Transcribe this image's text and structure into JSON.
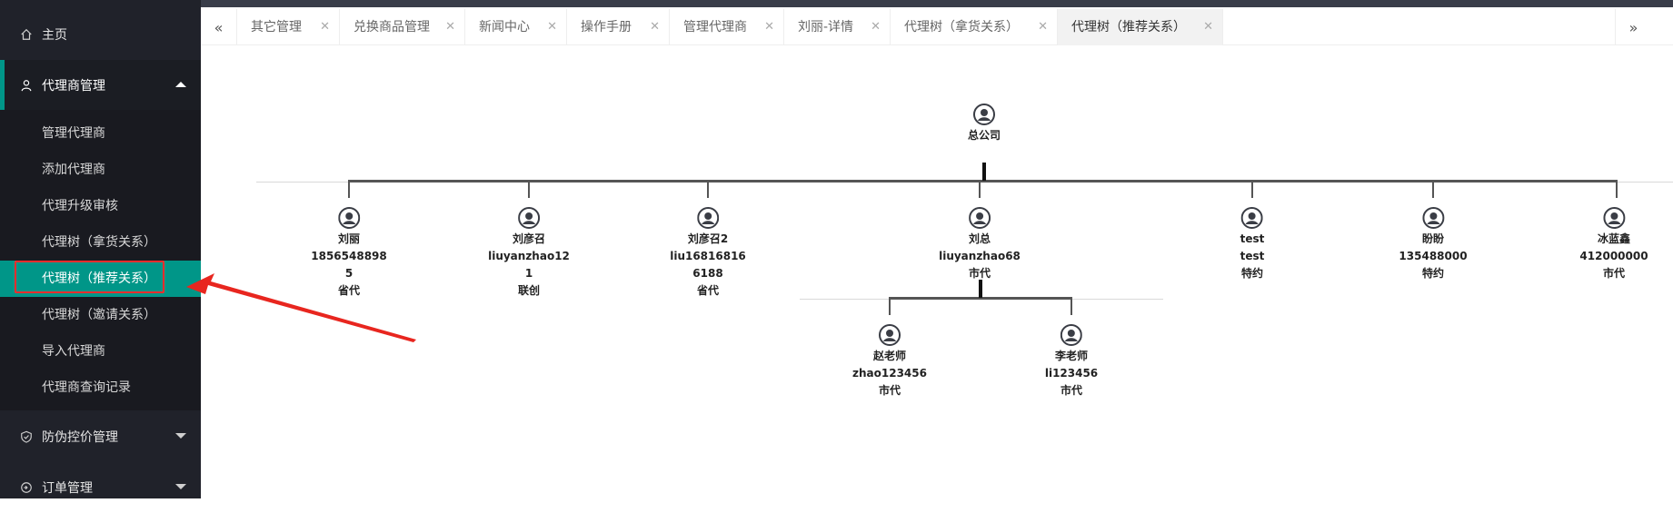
{
  "sidebar": {
    "home": "主页",
    "agent_group": "代理商管理",
    "agent_items": [
      {
        "label": "管理代理商"
      },
      {
        "label": "添加代理商"
      },
      {
        "label": "代理升级审核"
      },
      {
        "label": "代理树（拿货关系）"
      },
      {
        "label": "代理树（推荐关系）"
      },
      {
        "label": "代理树（邀请关系）"
      },
      {
        "label": "导入代理商"
      },
      {
        "label": "代理商查询记录"
      }
    ],
    "anticounterfeit_group": "防伪控价管理",
    "order_group": "订单管理",
    "accent_color": "#009688",
    "highlight_color": "#ff2d2d"
  },
  "tabs": [
    {
      "label": "其它管理"
    },
    {
      "label": "兑换商品管理"
    },
    {
      "label": "新闻中心"
    },
    {
      "label": "操作手册"
    },
    {
      "label": "管理代理商"
    },
    {
      "label": "刘丽-详情"
    },
    {
      "label": "代理树（拿货关系）"
    },
    {
      "label": "代理树（推荐关系）"
    }
  ],
  "tree": {
    "root": {
      "name": "总公司"
    },
    "children": [
      {
        "name": "刘丽",
        "line2": "1856548898",
        "line3": "5",
        "level": "省代"
      },
      {
        "name": "刘彦召",
        "line2": "liuyanzhao12",
        "line3": "1",
        "level": "联创"
      },
      {
        "name": "刘彦召2",
        "line2": "liu16816816",
        "line3": "6188",
        "level": "省代"
      },
      {
        "name": "刘总",
        "line2": "liuyanzhao68",
        "level": "市代",
        "children": [
          {
            "name": "赵老师",
            "line2": "zhao123456",
            "level": "市代"
          },
          {
            "name": "李老师",
            "line2": "li123456",
            "level": "市代"
          }
        ]
      },
      {
        "name": "test",
        "line2": "test",
        "level": "特约"
      },
      {
        "name": "盼盼",
        "line2": "135488000",
        "level": "特约"
      },
      {
        "name": "冰蓝鑫",
        "line2": "412000000",
        "level": "市代"
      }
    ]
  }
}
